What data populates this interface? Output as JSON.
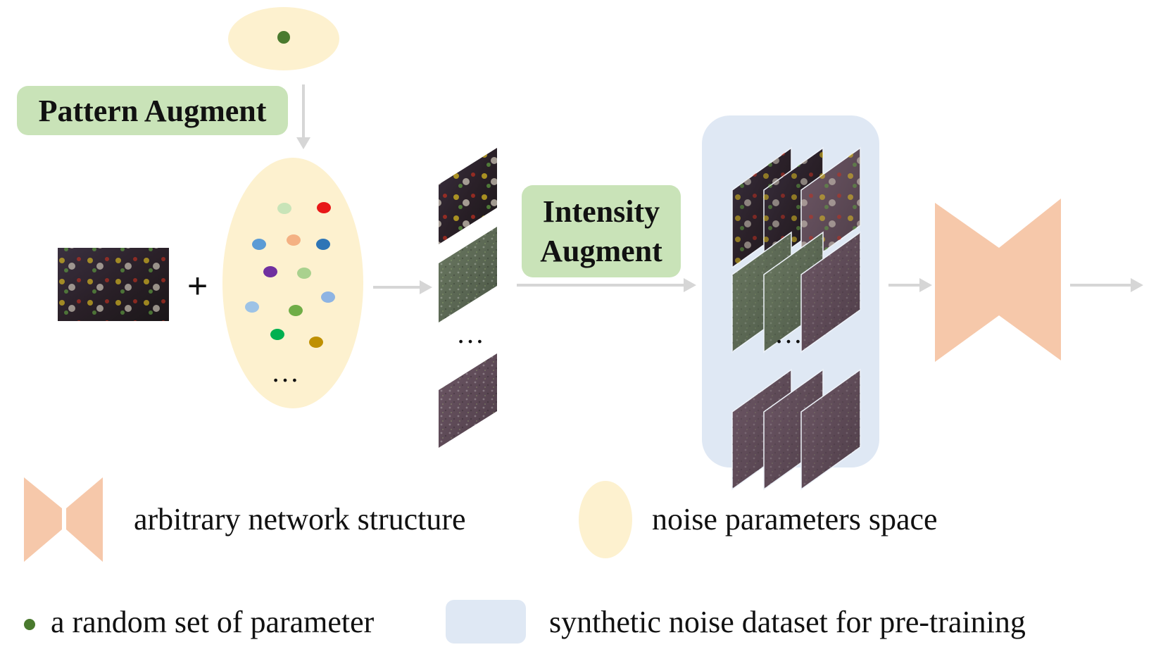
{
  "labels": {
    "pattern_augment": "Pattern Augment",
    "intensity_augment_line1": "Intensity",
    "intensity_augment_line2": "Augment",
    "plus": "+",
    "ellipsis": "…"
  },
  "legend": {
    "network": "arbitrary network structure",
    "noise_space": "noise parameters space",
    "random_param": "a random set of parameter",
    "dataset": "synthetic noise dataset for pre-training"
  },
  "colors": {
    "noise_space_fill": "#fdf1cf",
    "dataset_panel": "#dfe8f4",
    "network_fill": "#f6c8aa",
    "augment_label_bg": "#c9e3b8",
    "arrow": "#d6d6d6",
    "random_param_dot": "#4a7a2e"
  },
  "parameter_dot_colors": [
    "#c8e4b8",
    "#e81818",
    "#5b9bd5",
    "#f4b183",
    "#2e75b6",
    "#7030a0",
    "#a9d18e",
    "#9dc3e6",
    "#8eb4e3",
    "#70ad47",
    "#00b050",
    "#bf9000"
  ]
}
